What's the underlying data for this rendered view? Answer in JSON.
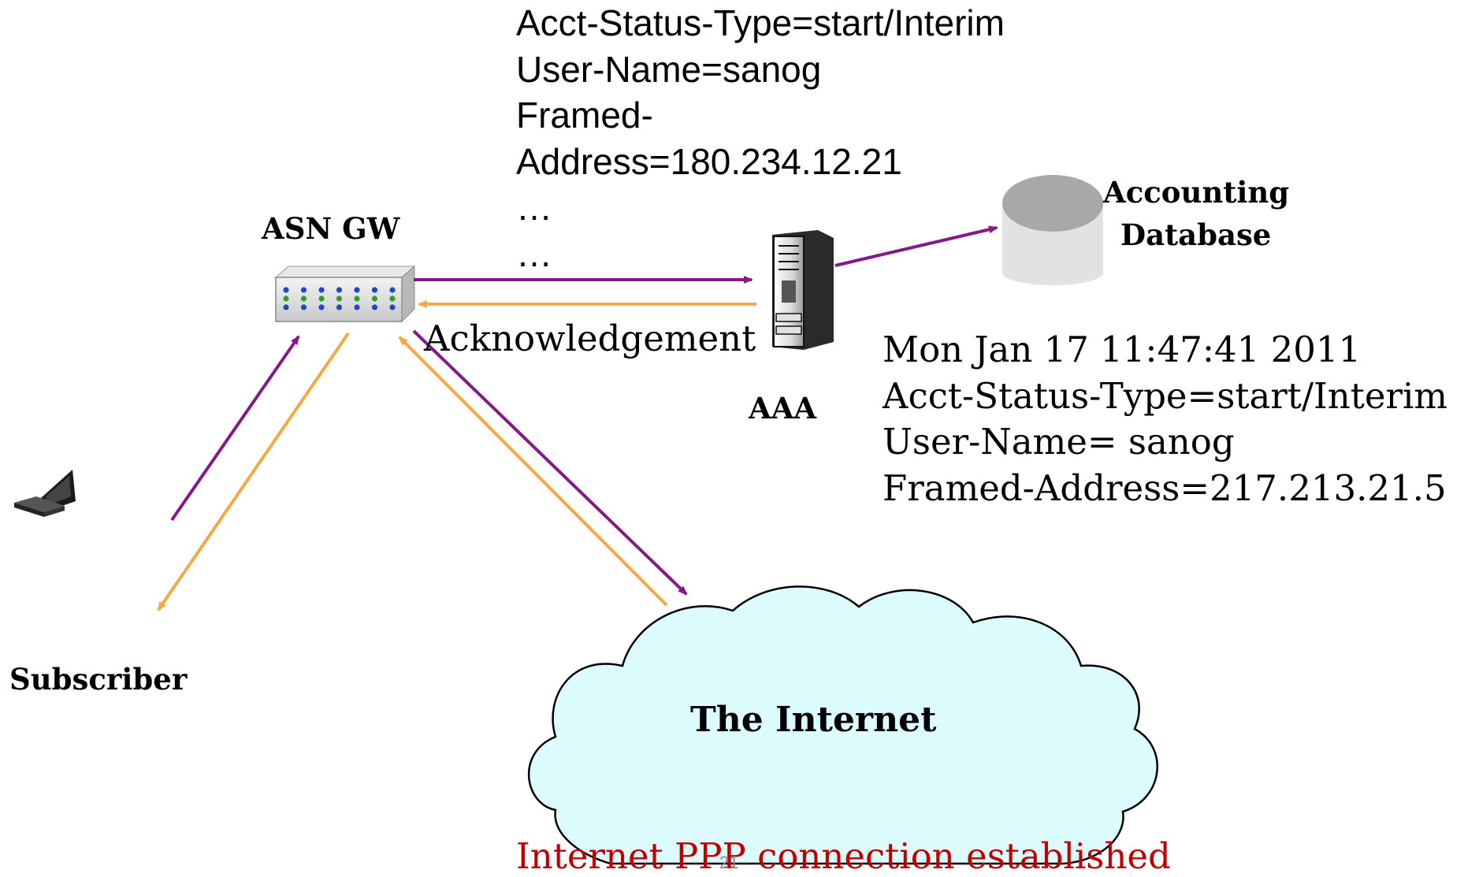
{
  "labels": {
    "asn_gw": "ASN GW",
    "aaa": "AAA",
    "accounting_db_line1": "Accounting",
    "accounting_db_line2": "Database",
    "subscriber": "Subscriber",
    "internet": "The Internet",
    "acknowledgement": "Acknowledgement",
    "ppp_established": "Internet PPP connection established",
    "page_number": "21"
  },
  "accounting_request": {
    "lines": [
      "Acct-Status-Type=start/Interim",
      "User-Name=sanog",
      "Framed-",
      "Address=180.234.12.21",
      "…",
      "…"
    ]
  },
  "accounting_record": {
    "lines": [
      "Mon Jan 17 11:47:41 2011",
      "Acct-Status-Type=start/Interim",
      "User-Name= sanog",
      "Framed-Address=217.213.21.5"
    ]
  },
  "colors": {
    "request_arrow": "#84198a",
    "response_arrow": "#f5a843",
    "cloud_fill": "#dcfbfd",
    "status_text": "#c00000",
    "db_top": "#a8a8a8",
    "db_body": "#e2e2e2"
  },
  "icons": [
    "laptop-icon",
    "gateway-switch-icon",
    "server-tower-icon",
    "database-cylinder-icon",
    "cloud-shape"
  ]
}
